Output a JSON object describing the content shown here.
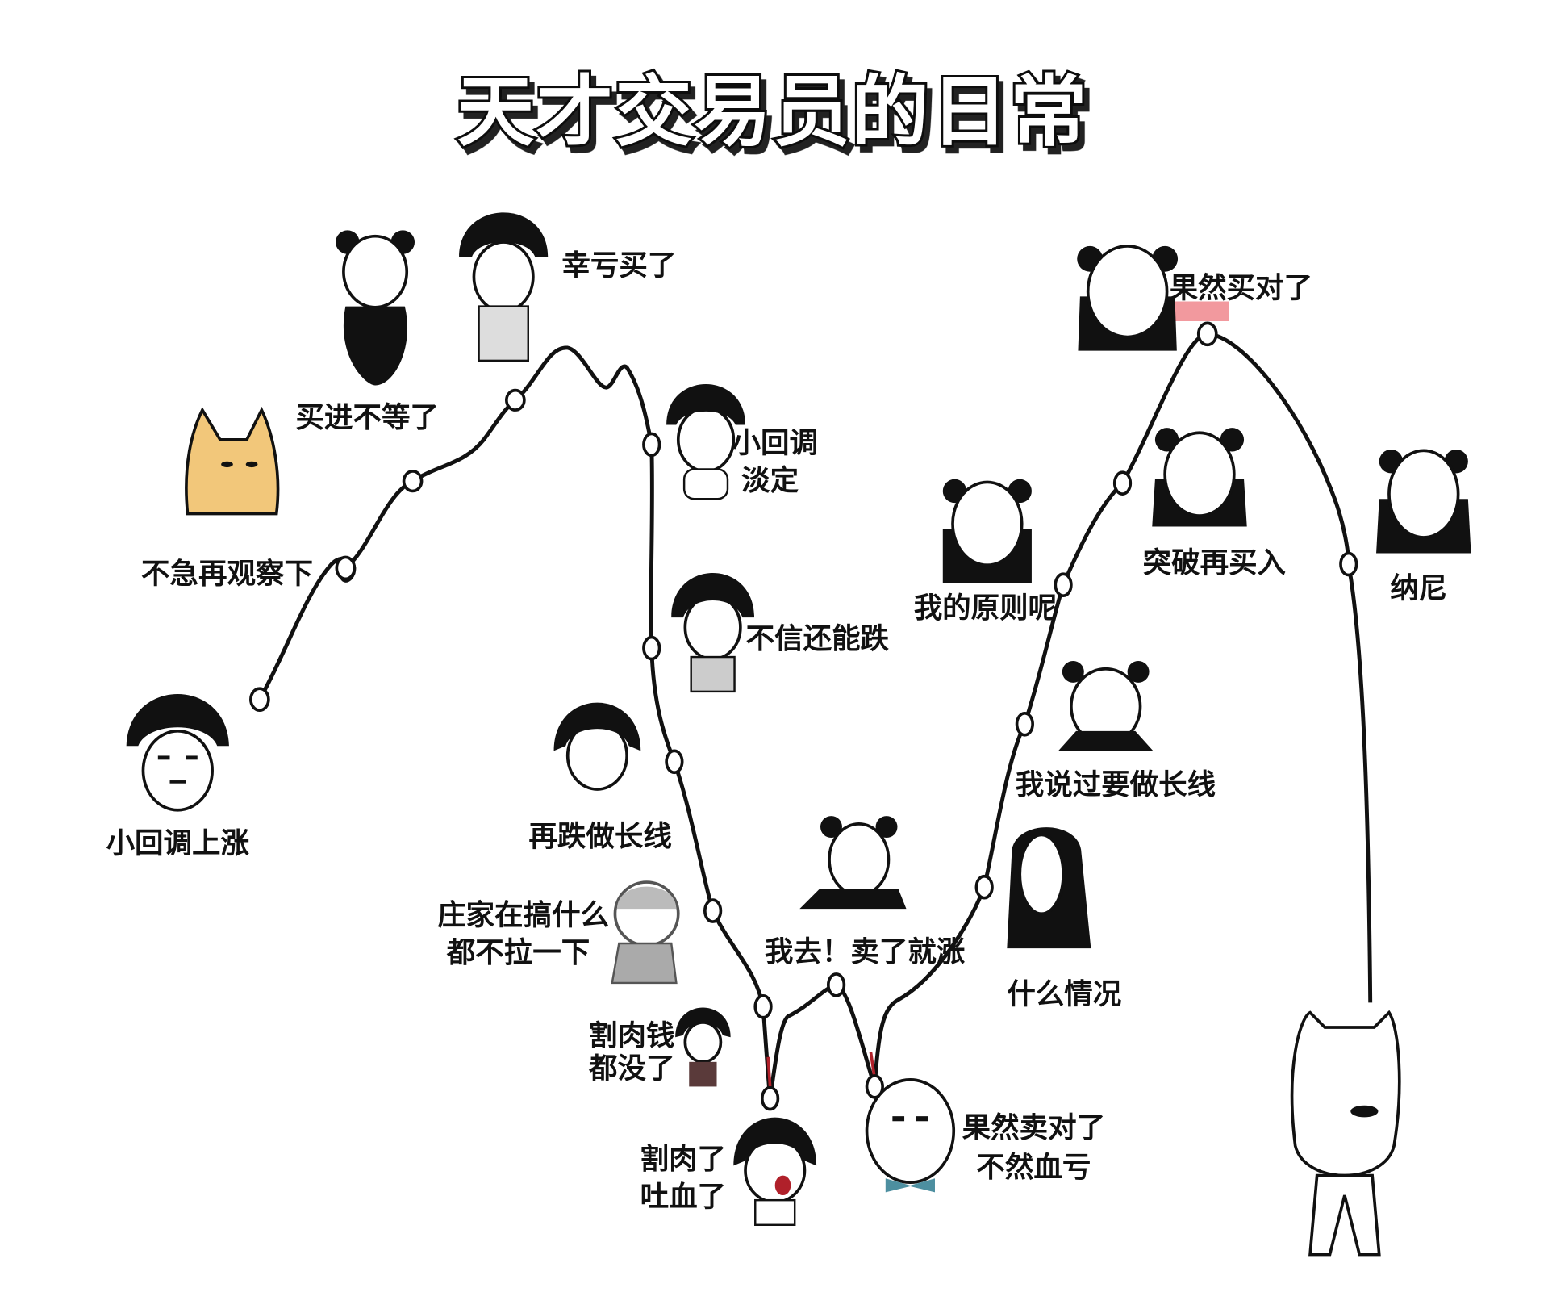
{
  "title": "天才交易员的日常",
  "stages": [
    {
      "id": "s1",
      "lines": [
        "小回调上涨"
      ]
    },
    {
      "id": "s2",
      "lines": [
        "不急再观察下"
      ]
    },
    {
      "id": "s3",
      "lines": [
        "买进不等了"
      ]
    },
    {
      "id": "s4",
      "lines": [
        "幸亏买了"
      ]
    },
    {
      "id": "s5",
      "lines": [
        "小回调",
        "淡定"
      ]
    },
    {
      "id": "s6",
      "lines": [
        "不信还能跌"
      ]
    },
    {
      "id": "s7",
      "lines": [
        "再跌做长线"
      ]
    },
    {
      "id": "s8",
      "lines": [
        "庄家在搞什么",
        "都不拉一下"
      ]
    },
    {
      "id": "s9",
      "lines": [
        "割肉钱",
        "都没了"
      ]
    },
    {
      "id": "s10",
      "lines": [
        "割肉了",
        "吐血了"
      ]
    },
    {
      "id": "s11",
      "lines": [
        "我去！卖了就涨"
      ]
    },
    {
      "id": "s12",
      "lines": [
        "果然卖对了",
        "不然血亏"
      ]
    },
    {
      "id": "s13",
      "lines": [
        "什么情况"
      ]
    },
    {
      "id": "s14",
      "lines": [
        "我说过要做长线"
      ]
    },
    {
      "id": "s15",
      "lines": [
        "我的原则呢"
      ]
    },
    {
      "id": "s16",
      "lines": [
        "突破再买入"
      ]
    },
    {
      "id": "s17",
      "lines": [
        "果然买对了"
      ]
    },
    {
      "id": "s18",
      "lines": [
        "纳尼"
      ]
    }
  ],
  "colors": {
    "line": "#111111",
    "highlight": "#e8454f",
    "doge": "#f2c77a",
    "bowtie": "#4d8fa0"
  }
}
